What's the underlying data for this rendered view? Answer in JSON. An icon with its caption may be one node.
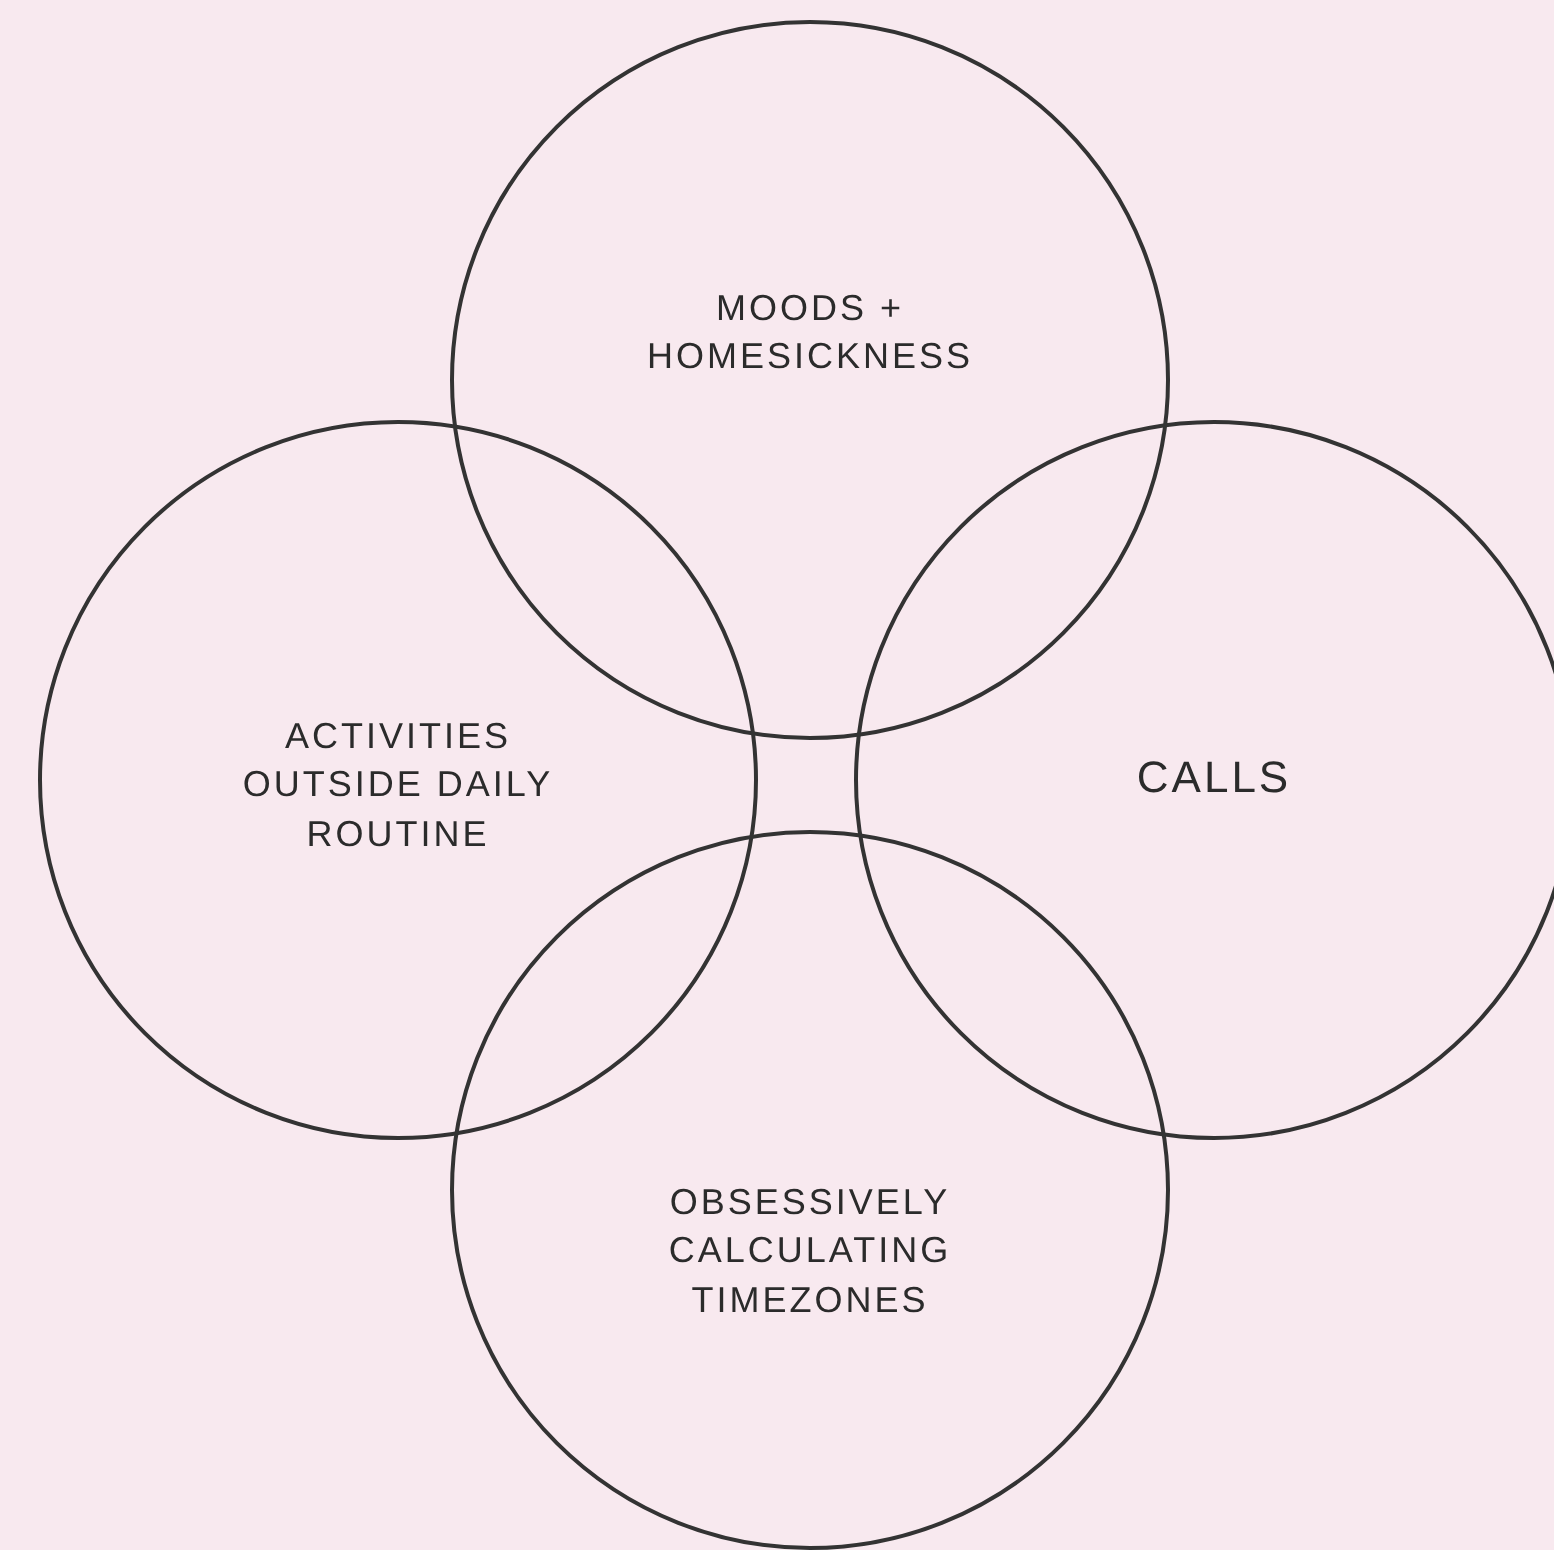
{
  "diagram": {
    "nodes": [
      {
        "text": [
          "MOODS + HOMESICKNESS"
        ]
      },
      {
        "text": [
          "ACTIVITIES OUTSIDE DAILY ROUTINE"
        ]
      },
      {
        "text": [
          "CALLS"
        ]
      },
      {
        "text": [
          "OBSESSIVELY CALCULATING TIMEZONES"
        ]
      }
    ]
  }
}
